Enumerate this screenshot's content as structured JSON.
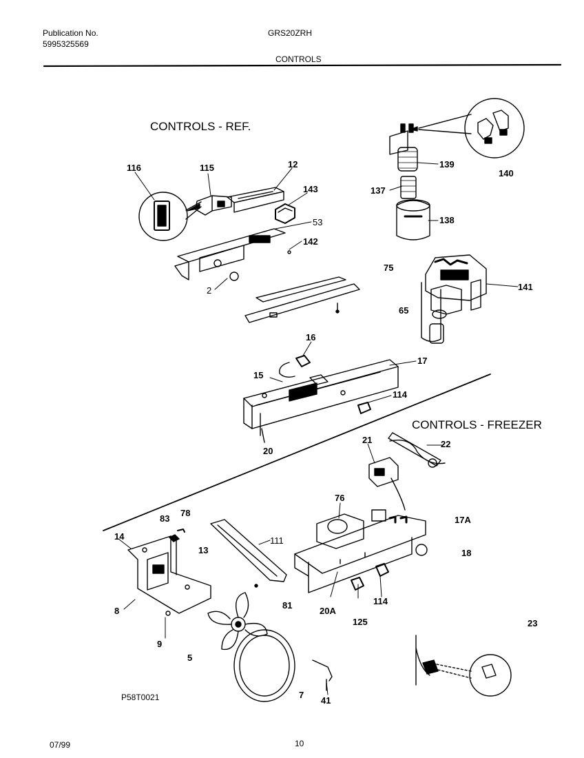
{
  "header": {
    "publication_label": "Publication No.",
    "publication_number": "5995325569",
    "model": "GRS20ZRH",
    "section": "CONTROLS"
  },
  "diagram": {
    "title_ref": "CONTROLS - REF.",
    "title_freezer": "CONTROLS - FREEZER",
    "callouts": {
      "c116": "116",
      "c115": "115",
      "c12": "12",
      "c143": "143",
      "c53": "53",
      "c142": "142",
      "c2": "2",
      "c139": "139",
      "c140": "140",
      "c137": "137",
      "c138": "138",
      "c75": "75",
      "c141": "141",
      "c65": "65",
      "c16": "16",
      "c17": "17",
      "c15": "15",
      "c114a": "114",
      "c20": "20",
      "c21": "21",
      "c22": "22",
      "c76": "76",
      "c17A": "17A",
      "c18": "18",
      "c83": "83",
      "c78": "78",
      "c14": "14",
      "c13": "13",
      "c111": "111",
      "c81": "81",
      "c20A": "20A",
      "c114b": "114",
      "c125": "125",
      "c8": "8",
      "c9": "9",
      "c5": "5",
      "c23": "23",
      "c7": "7",
      "c41": "41"
    },
    "drawing_code": "P58T0021"
  },
  "footer": {
    "date": "07/99",
    "page": "10"
  }
}
